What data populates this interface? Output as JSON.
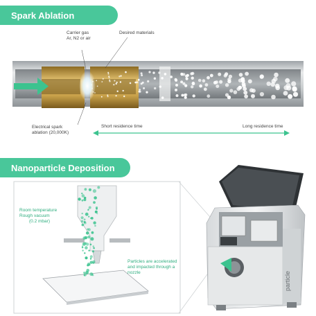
{
  "sections": {
    "spark": {
      "title": "Spark Ablation",
      "labels": {
        "carrier_gas_line1": "Carrier gas",
        "carrier_gas_line2": "Ar, N2 or air",
        "desired_materials": "Desired materials",
        "electrical_spark_line1": "Electrical spark",
        "electrical_spark_line2": "ablation (20,000K)",
        "short_residence": "Short residence time",
        "long_residence": "Long residence time"
      }
    },
    "deposition": {
      "title": "Nanoparticle Deposition",
      "labels": {
        "room_temp_line1": "Room temperature",
        "room_temp_line2": "Rough vacuum",
        "room_temp_line3": "(0.2 mbar)",
        "accelerated_line1": "Particles are accelerated",
        "accelerated_line2": "and impacted through a",
        "accelerated_line3": "nozzle"
      },
      "device_brand": "particle"
    }
  },
  "colors": {
    "accent": "#49c79a",
    "electrode": "#c9a24a",
    "tube": "#bfc3c6"
  }
}
